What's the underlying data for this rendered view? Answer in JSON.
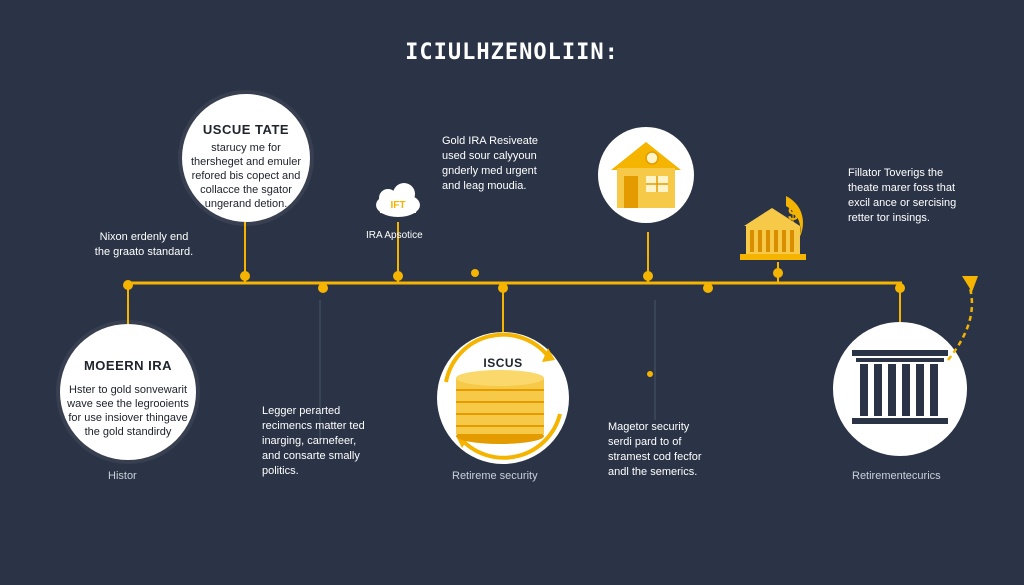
{
  "title": "ICIULHZENOLIIN:",
  "circles": {
    "rescue_tate": {
      "title": "USCUE TATE",
      "lines": [
        "starucy me for",
        "thersheget and emuler",
        "refored bis copect and",
        "collacce the sgator",
        "ungerand detion."
      ]
    },
    "modern_ira": {
      "title": "MOEERN IRA",
      "lines": [
        "Hster to gold sonvewarit",
        "wave see the legrooients",
        "for use insiover thingave",
        "the gold standirdy"
      ]
    },
    "iscus": {
      "title": "ISCUS"
    }
  },
  "texts": {
    "nixon": [
      "Nixon erdenly end",
      "the graato standard."
    ],
    "gold_ira": [
      "Gold IRA Resiveate",
      "used sour calyyoun",
      "gnderly med urgent",
      "and leag moudia."
    ],
    "fillator": [
      "Fillator Toverigs the",
      "theate marer foss that",
      "excil ance or sercising",
      "retter tor insings."
    ],
    "legger": [
      "Legger perarted",
      "recimencs matter ted",
      "inarging, carnefeer,",
      "and consarte smally",
      "politics."
    ],
    "magetor": [
      "Magetor security",
      "serdi pard to of",
      "stramest cod fecfor",
      "andl the semerics."
    ]
  },
  "cloud": {
    "badge": "IFT",
    "caption": "IRA Apsotice"
  },
  "labels": {
    "histor": "Histor",
    "retirement_security": "Retireme security",
    "retirementecurics": "Retirementecurics"
  },
  "colors": {
    "background": "#2b3446",
    "accent": "#f4b400",
    "gold_light": "#f7c948",
    "circle": "#ffffff"
  },
  "icons": [
    "cloud-icon",
    "house-icon",
    "bank-dollar-icon",
    "gold-coins-icon",
    "pillars-icon",
    "curved-arrow-icon"
  ]
}
